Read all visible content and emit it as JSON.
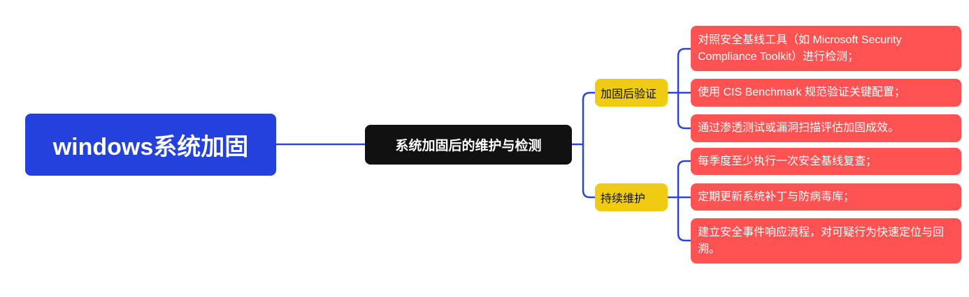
{
  "root": {
    "label": "windows系统加固"
  },
  "topic": {
    "label": "系统加固后的维护与检测"
  },
  "branches": [
    {
      "label": "加固后验证",
      "items": [
        "对照安全基线工具（如 Microsoft Security Compliance Toolkit）进行检测；",
        "使用 CIS Benchmark 规范验证关键配置；",
        "通过渗透测试或漏洞扫描评估加固成效。"
      ]
    },
    {
      "label": "持续维护",
      "items": [
        "每季度至少执行一次安全基线复查；",
        "定期更新系统补丁与防病毒库；",
        "建立安全事件响应流程，对可疑行为快速定位与回溯。"
      ]
    }
  ],
  "colors": {
    "root": "#2441dd",
    "topic": "#111111",
    "branch": "#f0cb14",
    "leaf": "#ff5252",
    "line": "#2b44e0"
  }
}
